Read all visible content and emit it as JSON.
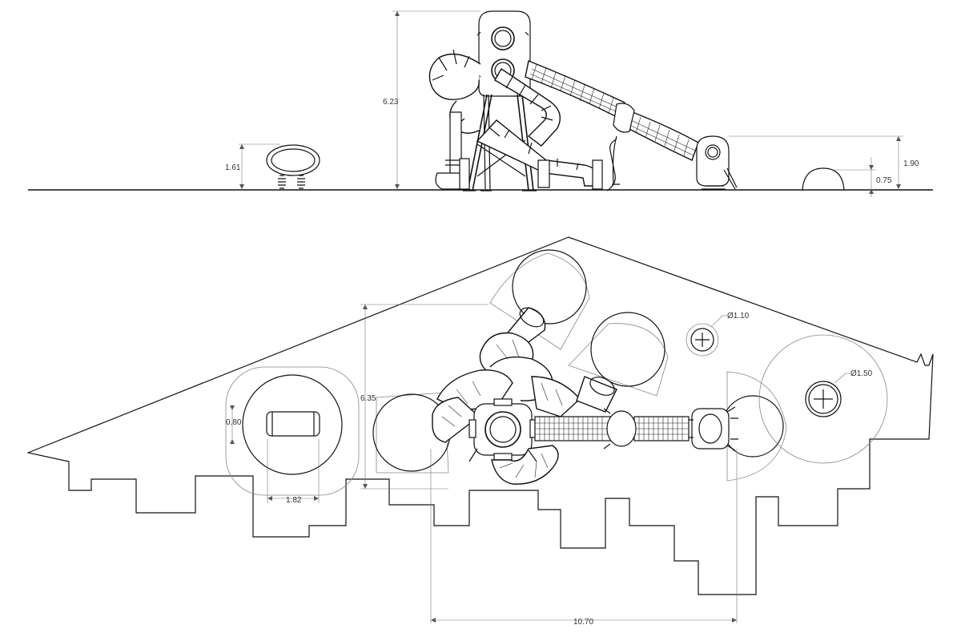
{
  "dimensions": {
    "elevation_height": "6.23",
    "spring_rider_height": "1.61",
    "end_capsule_height": "1.90",
    "dome_height": "0.75",
    "pod_width": "0.80",
    "pod_length": "1.82",
    "plan_depth": "6.35",
    "small_circle_dia": "Ø1.10",
    "large_circle_dia": "Ø1.50",
    "total_length": "10.70"
  }
}
